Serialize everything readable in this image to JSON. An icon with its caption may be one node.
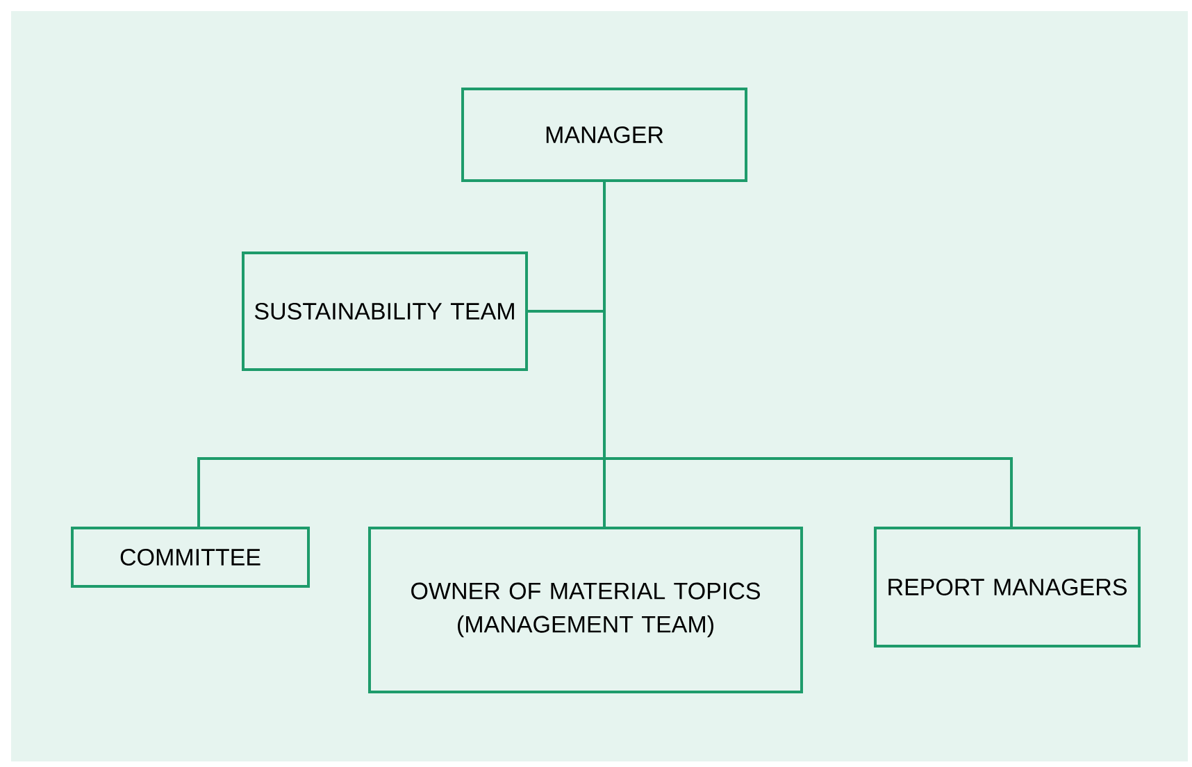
{
  "diagram": {
    "nodes": [
      {
        "text": [
          "MANAGER"
        ]
      },
      {
        "text": [
          "SUSTAINABILITY TEAM"
        ]
      },
      {
        "text": [
          "COMMITTEE"
        ]
      },
      {
        "text": [
          "OWNER OF MATERIAL TOPICS (MANAGEMENT TEAM)"
        ]
      },
      {
        "text": [
          "REPORT MANAGERS"
        ]
      }
    ],
    "edges": [
      {
        "from": 0,
        "to": 1,
        "arrow": "none"
      },
      {
        "from": 0,
        "to": 2,
        "arrow": "none"
      },
      {
        "from": 0,
        "to": 3,
        "arrow": "none"
      },
      {
        "from": 0,
        "to": 4,
        "arrow": "none"
      }
    ]
  }
}
